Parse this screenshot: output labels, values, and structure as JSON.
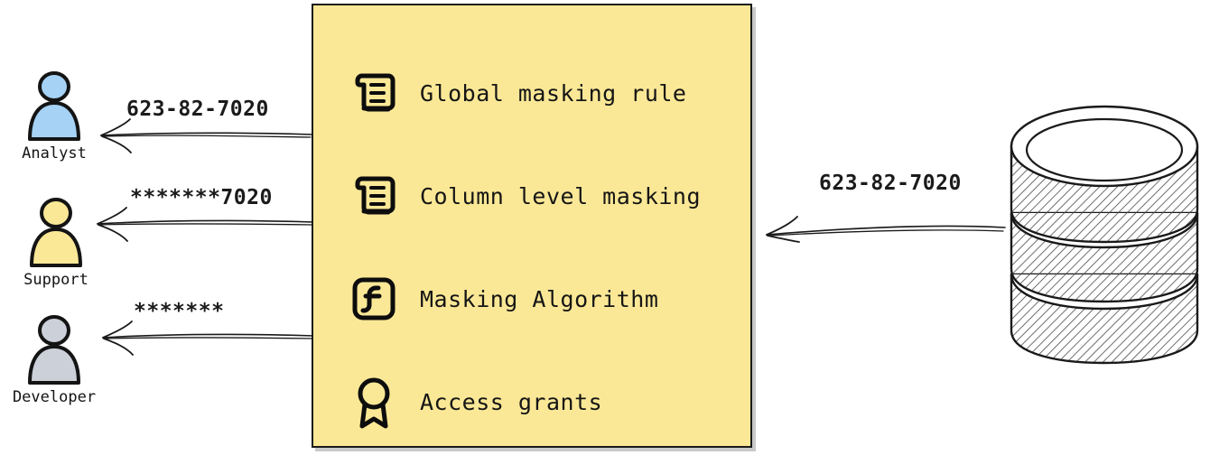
{
  "diagram": {
    "type": "data-masking-flow",
    "background_color": "#ffffff",
    "card_color": "#fbe896",
    "ink_color": "#1a1a1a"
  },
  "personas": [
    {
      "id": "analyst",
      "label": "Analyst",
      "avatar_icon": "person-icon",
      "avatar_color": "#a5d2f5",
      "arrow_label": "623-82-7020",
      "arrow_direction": "right-to-left"
    },
    {
      "id": "support",
      "label": "Support",
      "avatar_icon": "person-icon",
      "avatar_color": "#fbe896",
      "arrow_label": "*******7020",
      "arrow_direction": "right-to-left"
    },
    {
      "id": "developer",
      "label": "Developer",
      "avatar_icon": "person-icon",
      "avatar_color": "#ccd1d9",
      "arrow_label": "*******",
      "arrow_direction": "right-to-left"
    }
  ],
  "card": {
    "rows": [
      {
        "icon": "scroll-icon",
        "label": "Global masking rule"
      },
      {
        "icon": "scroll-icon",
        "label": "Column level masking"
      },
      {
        "icon": "function-icon",
        "label": "Masking Algorithm"
      },
      {
        "icon": "award-icon",
        "label": "Access grants"
      }
    ]
  },
  "database": {
    "icon": "database-cylinder-icon",
    "arrow_label": "623-82-7020",
    "arrow_direction": "right-to-left"
  }
}
